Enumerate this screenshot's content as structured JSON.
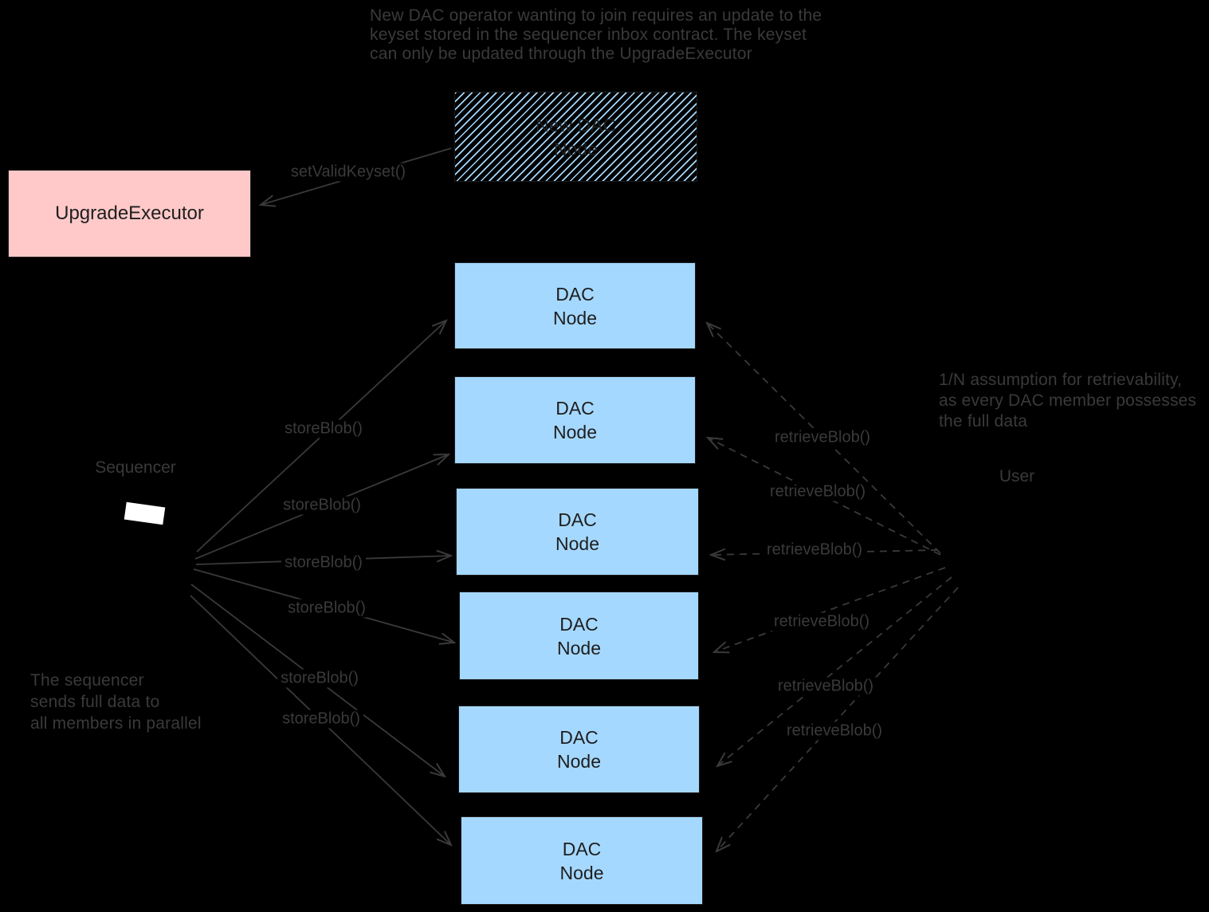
{
  "colors": {
    "background": "#000000",
    "ink": "#3a3a3a",
    "box_stroke": "#1e1e1e",
    "box_text": "#1e1e1e",
    "dac_node_fill": "#a5d8ff",
    "upgrade_executor_fill": "#ffc9c9",
    "sequencer_icon": "#ffffff"
  },
  "annotations": {
    "top": [
      "New DAC operator wanting to join requires an update to the",
      "keyset stored in the sequencer inbox contract. The keyset",
      "can only be updated through the UpgradeExecutor"
    ],
    "right": [
      "1/N assumption for retrievability,",
      "as every DAC member possesses",
      "the full data"
    ],
    "bottom_left": [
      "The sequencer",
      "sends full data to",
      "all members in parallel"
    ]
  },
  "nodes": {
    "upgrade_executor": {
      "label": "UpgradeExecutor"
    },
    "new_dac_node": {
      "line1": "New DAC",
      "line2": "Node"
    },
    "dac_node": {
      "line1": "DAC",
      "line2": "Node"
    },
    "sequencer": {
      "label": "Sequencer"
    },
    "user": {
      "label": "User"
    }
  },
  "edges": {
    "set_valid_keyset": "setValidKeyset()",
    "store_blob": "storeBlob()",
    "retrieve_blob": "retrieveBlob()"
  }
}
